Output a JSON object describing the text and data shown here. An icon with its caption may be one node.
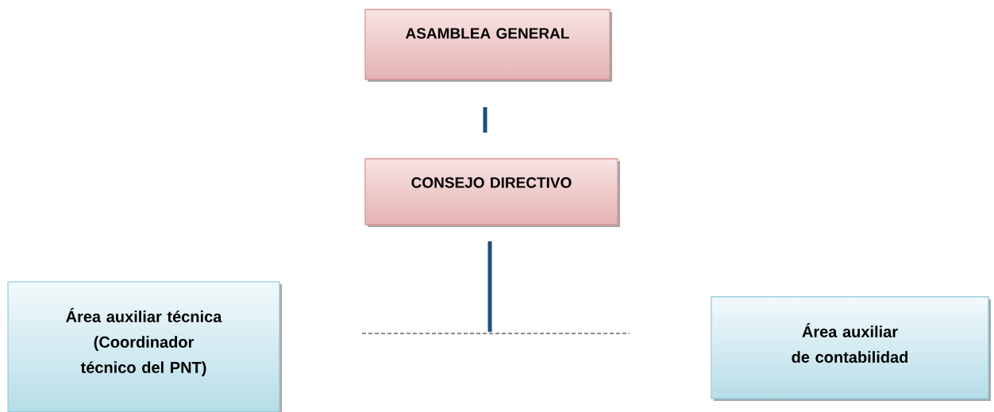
{
  "diagram": {
    "nodes": [
      {
        "text": [
          "ASAMBLEA GENERAL"
        ]
      },
      {
        "text": [
          "CONSEJO DIRECTIVO"
        ]
      },
      {
        "text": [
          "Área auxiliar técnica (Coordinador técnico del PNT)"
        ]
      },
      {
        "text": [
          "Área auxiliar de contabilidad"
        ]
      }
    ],
    "edges": [
      {
        "from": 0,
        "to": 1,
        "arrow": "none"
      },
      {
        "from": 1,
        "to": null,
        "arrow": "none"
      }
    ]
  }
}
